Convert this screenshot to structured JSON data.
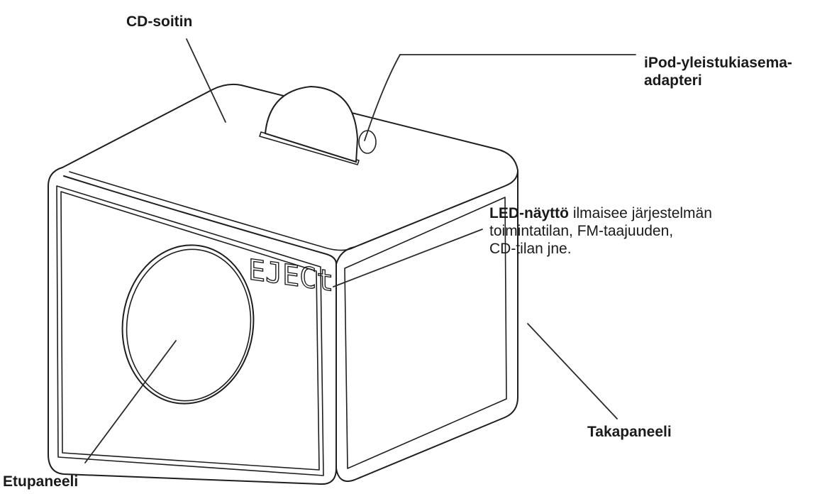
{
  "labels": {
    "cd_player": "CD-soitin",
    "ipod_line1": "iPod-yleistukiasema-",
    "ipod_line2": "adapteri",
    "led_bold": "LED-näyttö",
    "led_rest": " ilmaisee järjestelmän",
    "led_line2": "toimintatilan, FM-taajuuden,",
    "led_line3": "CD-tilan jne.",
    "rear_panel": "Takapaneeli",
    "front_panel": "Etupaneeli"
  },
  "display_text": "EJECt",
  "colors": {
    "line": "#1e1e1e",
    "text": "#1a1a1a",
    "background": "#ffffff"
  }
}
